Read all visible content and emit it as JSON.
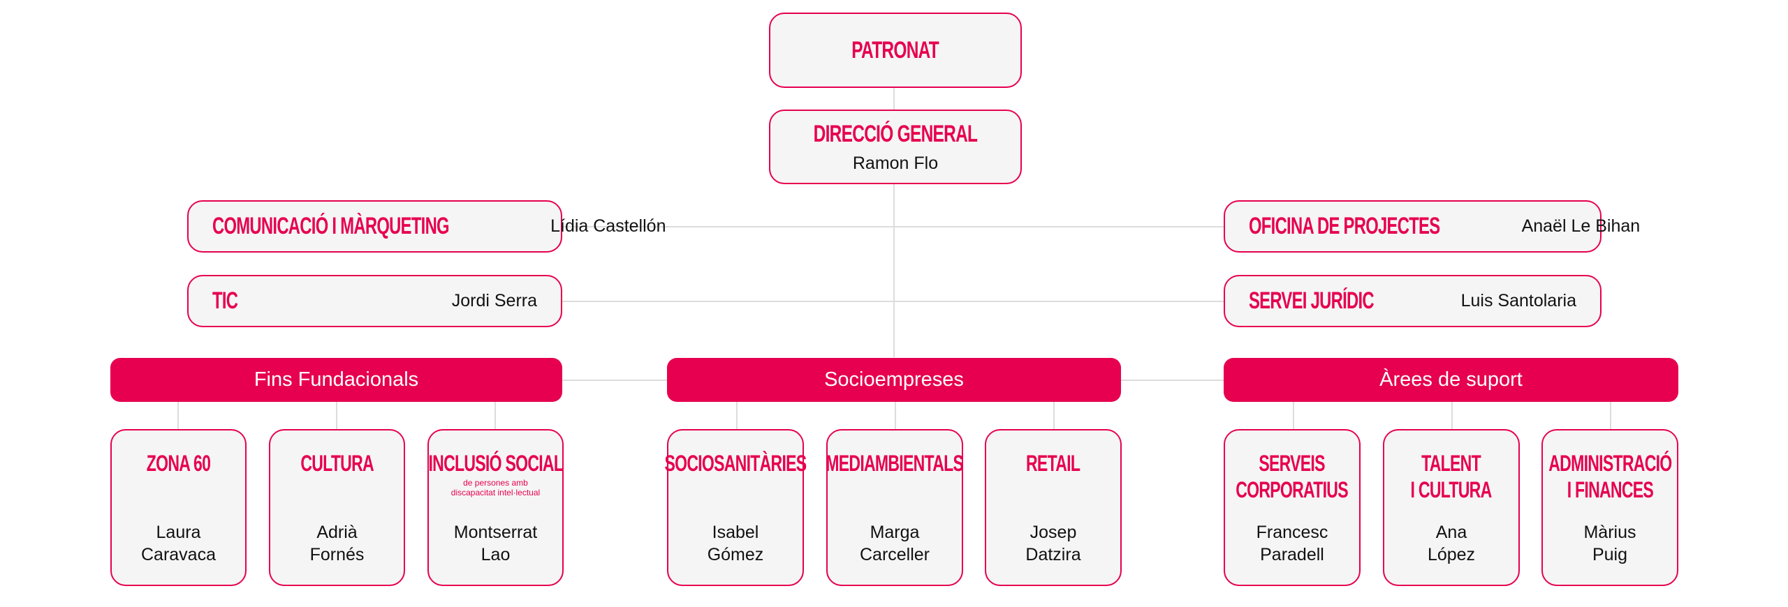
{
  "colors": {
    "accent": "#e6004f",
    "box_fill": "#f5f5f5",
    "line": "#dcdcdc"
  },
  "top": {
    "patronat": {
      "title": "PATRONAT"
    },
    "direccio": {
      "title": "DIRECCIÓ GENERAL",
      "name": "Ramon Flo"
    }
  },
  "side_left": [
    {
      "title": "COMUNICACIÓ I MÀRQUETING",
      "name": "Lídia Castellón"
    },
    {
      "title": "TIC",
      "name": "Jordi Serra"
    }
  ],
  "side_right": [
    {
      "title": "OFICINA DE PROJECTES",
      "name": "Anaël Le Bihan"
    },
    {
      "title": "SERVEI JURÍDIC",
      "name": "Luis Santolaria"
    }
  ],
  "groups": [
    {
      "label": "Fins Fundacionals",
      "items": [
        {
          "title": [
            "ZONA 60"
          ],
          "name": [
            "Laura",
            "Caravaca"
          ]
        },
        {
          "title": [
            "CULTURA"
          ],
          "name": [
            "Adrià",
            "Fornés"
          ]
        },
        {
          "title": [
            "INCLUSIÓ SOCIAL"
          ],
          "subtitle": [
            "de persones amb",
            "discapacitat intel·lectual"
          ],
          "name": [
            "Montserrat",
            "Lao"
          ]
        }
      ]
    },
    {
      "label": "Socioempreses",
      "items": [
        {
          "title": [
            "SOCIOSANITÀRIES"
          ],
          "name": [
            "Isabel",
            "Gómez"
          ]
        },
        {
          "title": [
            "MEDIAMBIENTALS"
          ],
          "name": [
            "Marga",
            "Carceller"
          ]
        },
        {
          "title": [
            "RETAIL"
          ],
          "name": [
            "Josep",
            "Datzira"
          ]
        }
      ]
    },
    {
      "label": "Àrees de suport",
      "items": [
        {
          "title": [
            "SERVEIS",
            "CORPORATIUS"
          ],
          "name": [
            "Francesc",
            "Paradell"
          ]
        },
        {
          "title": [
            "TALENT",
            "I CULTURA"
          ],
          "name": [
            "Ana",
            "López"
          ]
        },
        {
          "title": [
            "ADMINISTRACIÓ",
            "I FINANCES"
          ],
          "name": [
            "Màrius",
            "Puig"
          ]
        }
      ]
    }
  ]
}
